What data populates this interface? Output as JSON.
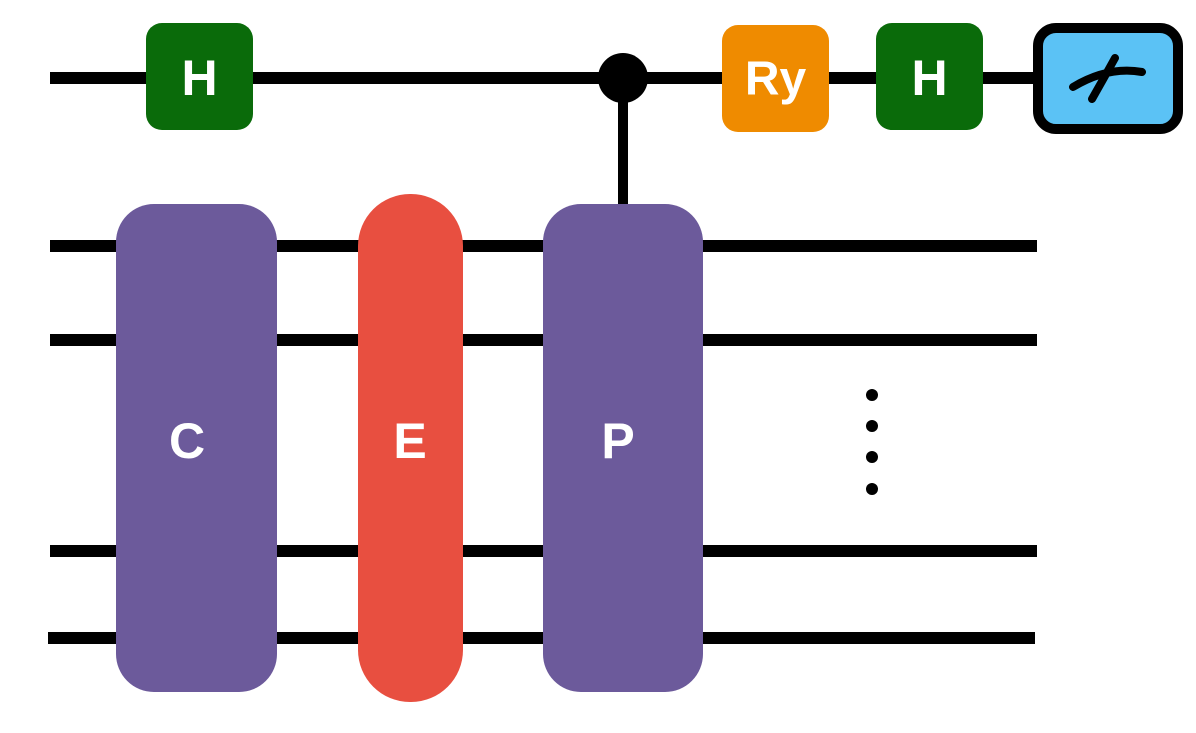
{
  "colors": {
    "wire": "#000000",
    "hadamard": "#0a6b0a",
    "rotation": "#ef8b00",
    "block_c": "#6c5a9b",
    "block_e": "#e84f40",
    "block_p": "#6c5a9b",
    "measurement_fill": "#5bc2f5",
    "measurement_border": "#000000",
    "label_text": "#ffffff"
  },
  "gates": {
    "h1": {
      "label": "H",
      "type": "hadamard"
    },
    "ry": {
      "label": "Ry",
      "type": "rotation"
    },
    "h2": {
      "label": "H",
      "type": "hadamard"
    },
    "c": {
      "label": "C",
      "type": "multi-qubit-block"
    },
    "e": {
      "label": "E",
      "type": "multi-qubit-block"
    },
    "p": {
      "label": "P",
      "type": "controlled-multi-qubit-block"
    },
    "measure": {
      "icon": "measurement-meter-icon"
    }
  },
  "ellipsis_icon": "vertical-ellipsis-icon"
}
